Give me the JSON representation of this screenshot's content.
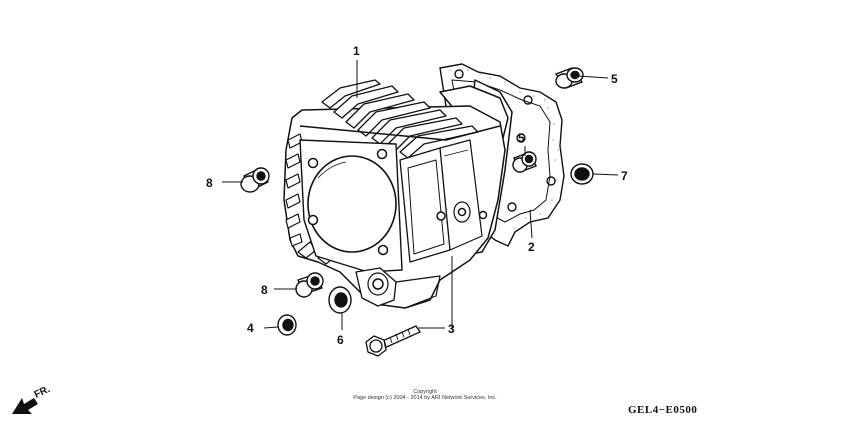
{
  "callouts": {
    "cylinder": "1",
    "gasket": "2",
    "bolt": "3",
    "washer_4": "4",
    "dowel_upper": "5",
    "dowel_lower": "5",
    "seal_6": "6",
    "seal_7": "7",
    "pin_left": "8",
    "pin_lower": "8"
  },
  "orientation_label": "FR.",
  "copyright_line1": "Copyright",
  "copyright_line2": "Page design (c) 2004 - 2014 by ARI Network Services, Inc.",
  "diagram_code": "GEL4−E0500"
}
